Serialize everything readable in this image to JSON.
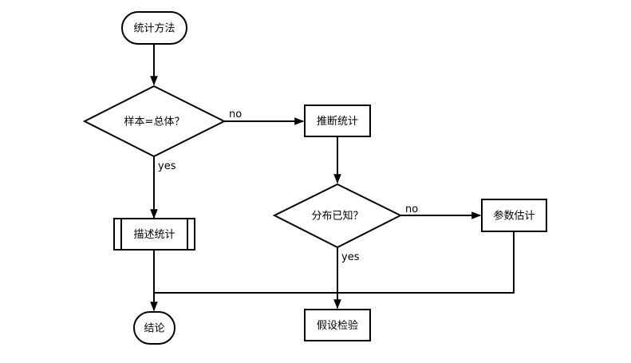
{
  "nodes": {
    "start": "统计方法",
    "decision_sample": "样本=总体？",
    "inferential": "推断统计",
    "decision_distribution": "分布已知？",
    "parameter_estimation": "参数估计",
    "descriptive": "描述统计",
    "hypothesis_test": "假设检验",
    "conclusion": "结论"
  },
  "edges": {
    "sample_no": "no",
    "sample_yes": "yes",
    "distribution_no": "no",
    "distribution_yes": "yes"
  }
}
